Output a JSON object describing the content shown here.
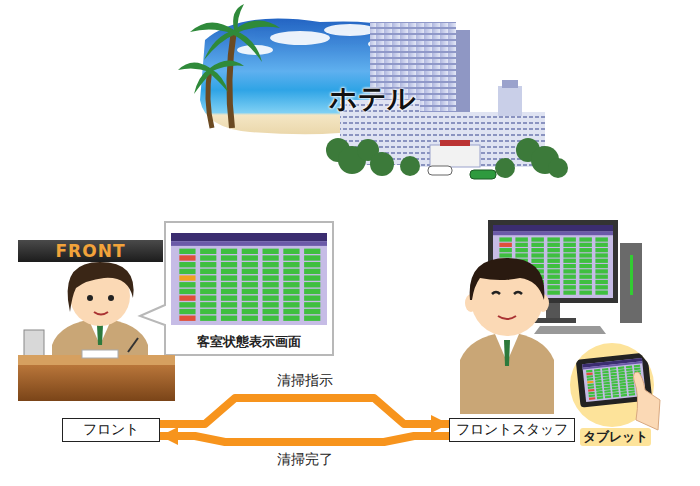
{
  "diagram": {
    "nodes": [
      {
        "text": [
          "FRONT"
        ]
      },
      {
        "text": [
          "客室状態表示画面"
        ]
      },
      {
        "text": [
          "フロント"
        ]
      },
      {
        "text": [
          "フロントスタッフ"
        ]
      }
    ],
    "edges": [
      {
        "from": 2,
        "to": 3,
        "arrow": "to",
        "label": "清掃指示"
      },
      {
        "from": 3,
        "to": 2,
        "arrow": "to",
        "label": "清掃完了"
      }
    ],
    "labels": [
      "ホテル",
      "タブレット"
    ]
  }
}
